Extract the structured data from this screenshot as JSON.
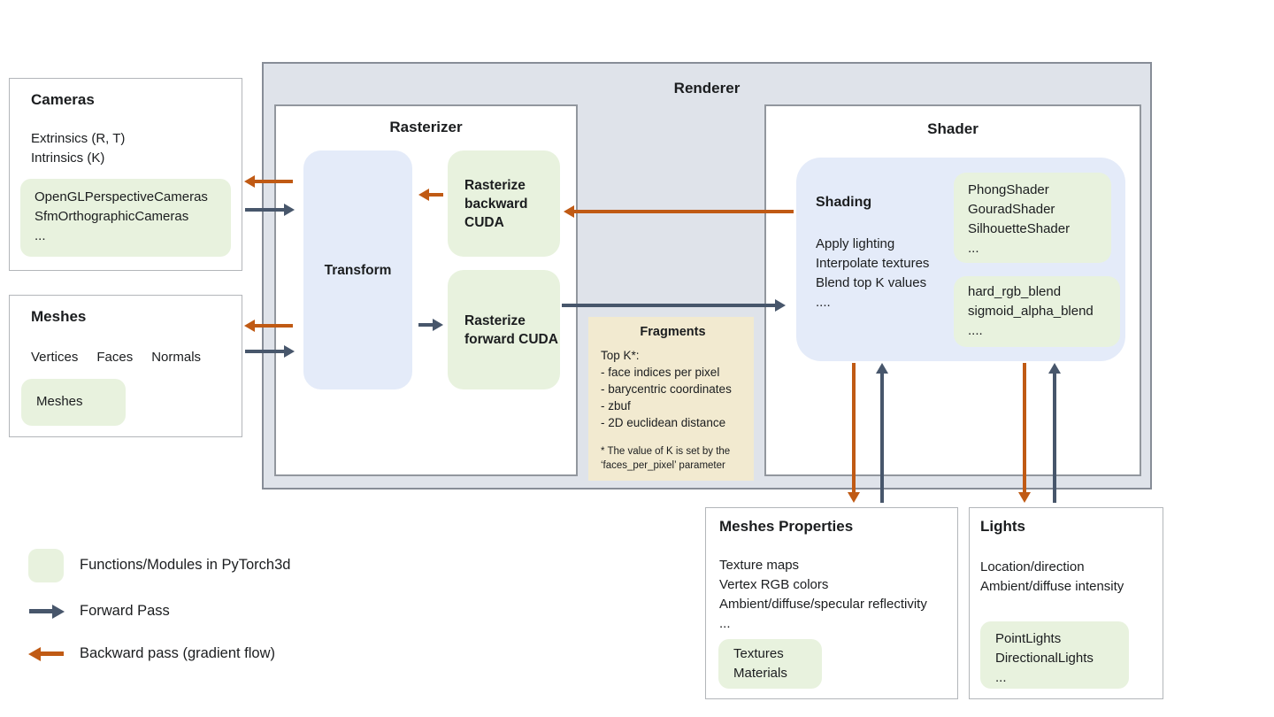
{
  "colors": {
    "backward_orange": "#c05a14",
    "forward_slate": "#47566b",
    "module_green": "#e8f2de",
    "panel_blue": "#e4ebf9",
    "renderer_bg": "#dfe3ea",
    "fragments_bg": "#f2ead0"
  },
  "renderer": {
    "title": "Renderer"
  },
  "rasterizer": {
    "title": "Rasterizer",
    "transform_label": "Transform",
    "backward_module": "Rasterize backward CUDA",
    "forward_module": "Rasterize forward CUDA"
  },
  "fragments": {
    "title": "Fragments",
    "lines": [
      "Top K*:",
      "- face indices per pixel",
      "- barycentric coordinates",
      "- zbuf",
      "- 2D euclidean distance"
    ],
    "footnote": "* The value of K is set by the ‘faces_per_pixel’ parameter"
  },
  "shader": {
    "title": "Shader",
    "shading_title": "Shading",
    "shading_lines": [
      "Apply lighting",
      "Interpolate textures",
      "Blend top K values",
      "...."
    ],
    "shader_modules": [
      "PhongShader",
      "GouradShader",
      "SilhouetteShader",
      "..."
    ],
    "blend_modules": [
      "hard_rgb_blend",
      "sigmoid_alpha_blend",
      "...."
    ]
  },
  "cameras": {
    "title": "Cameras",
    "lines": [
      "Extrinsics (R, T)",
      "Intrinsics (K)"
    ],
    "module_lines": [
      "OpenGLPerspectiveCameras",
      "SfmOrthographicCameras",
      "..."
    ]
  },
  "meshes": {
    "title": "Meshes",
    "fields": [
      "Vertices",
      "Faces",
      "Normals"
    ],
    "module_lines": [
      "Meshes"
    ]
  },
  "meshes_properties": {
    "title": "Meshes Properties",
    "lines": [
      "Texture maps",
      "Vertex RGB colors",
      "Ambient/diffuse/specular reflectivity",
      "..."
    ],
    "module_lines": [
      "Textures",
      "Materials"
    ]
  },
  "lights": {
    "title": "Lights",
    "lines": [
      "Location/direction",
      "Ambient/diffuse intensity"
    ],
    "module_lines": [
      "PointLights",
      "DirectionalLights",
      "..."
    ]
  },
  "legend": {
    "module_label": "Functions/Modules in PyTorch3d",
    "forward_label": "Forward Pass",
    "backward_label": "Backward pass (gradient flow)"
  }
}
